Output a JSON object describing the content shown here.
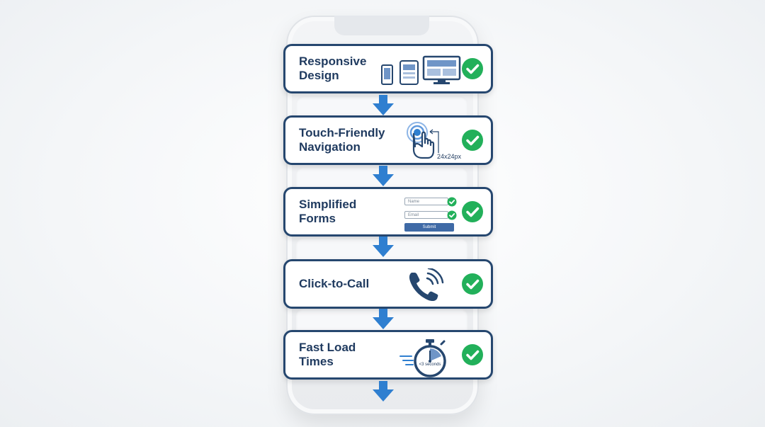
{
  "steps": [
    {
      "title": "Responsive\nDesign"
    },
    {
      "title": "Touch-Friendly\nNavigation",
      "touch_size": "24x24px"
    },
    {
      "title": "Simplified\nForms",
      "form": {
        "field1": "Name",
        "field2": "Email",
        "submit": "Submit"
      }
    },
    {
      "title": "Click-to-Call"
    },
    {
      "title": "Fast Load\nTimes",
      "timer": "<3 seconds"
    }
  ],
  "colors": {
    "card_border": "#26476f",
    "title_text": "#1f3a5f",
    "arrow": "#2f7fd0",
    "check": "#22b05a"
  },
  "icons": [
    "devices-icon",
    "touch-hand-icon",
    "form-icon",
    "phone-call-icon",
    "stopwatch-icon",
    "check-icon",
    "arrow-down-icon"
  ]
}
